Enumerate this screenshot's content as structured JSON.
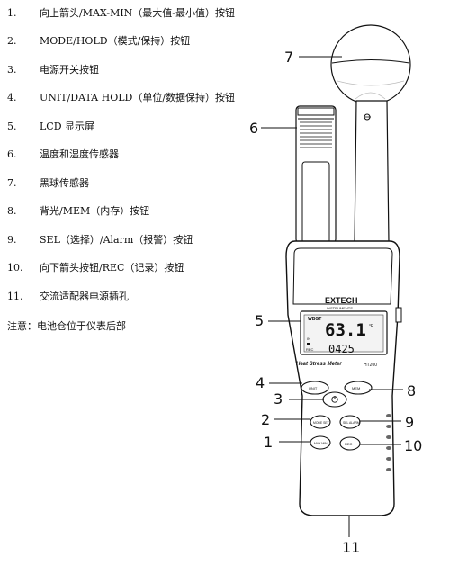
{
  "legend": [
    {
      "num": "1.",
      "text": "向上箭头/MAX-MIN（最大值-最小值）按钮"
    },
    {
      "num": "2.",
      "text": "MODE/HOLD（模式/保持）按钮"
    },
    {
      "num": "3.",
      "text": "电源开关按钮"
    },
    {
      "num": "4.",
      "text": "UNIT/DATA HOLD（单位/数据保持）按钮"
    },
    {
      "num": "5.",
      "text": "LCD 显示屏"
    },
    {
      "num": "6.",
      "text": "温度和湿度传感器"
    },
    {
      "num": "7.",
      "text": "黑球传感器"
    },
    {
      "num": "8.",
      "text": "背光/MEM（内存）按钮"
    },
    {
      "num": "9.",
      "text": "SEL（选择）/Alarm（报警）按钮"
    },
    {
      "num": "10.",
      "text": "向下箭头按钮/REC（记录）按钮"
    },
    {
      "num": "11.",
      "text": "交流适配器电源插孔"
    }
  ],
  "note": "注意：电池仓位于仪表后部",
  "device": {
    "brand": "EXTECH",
    "brand_sub": "INSTRUMENTS",
    "wbgt_label": "WBGT",
    "reading_main": "63.1",
    "reading_unit": "°F",
    "reading_sub": "0425",
    "lcd_in": "IN",
    "lcd_rec": "REC",
    "model_name": "Heat Stress Meter",
    "model_number": "HT200",
    "btn_unit": "UNIT",
    "btn_mem": "MEM",
    "btn_mode": "MODE SET",
    "btn_sel": "SEL ALARM",
    "btn_max": "MAX MIN",
    "btn_rec": "REC"
  },
  "callouts": [
    "1",
    "2",
    "3",
    "4",
    "5",
    "6",
    "7",
    "8",
    "9",
    "10",
    "11"
  ]
}
